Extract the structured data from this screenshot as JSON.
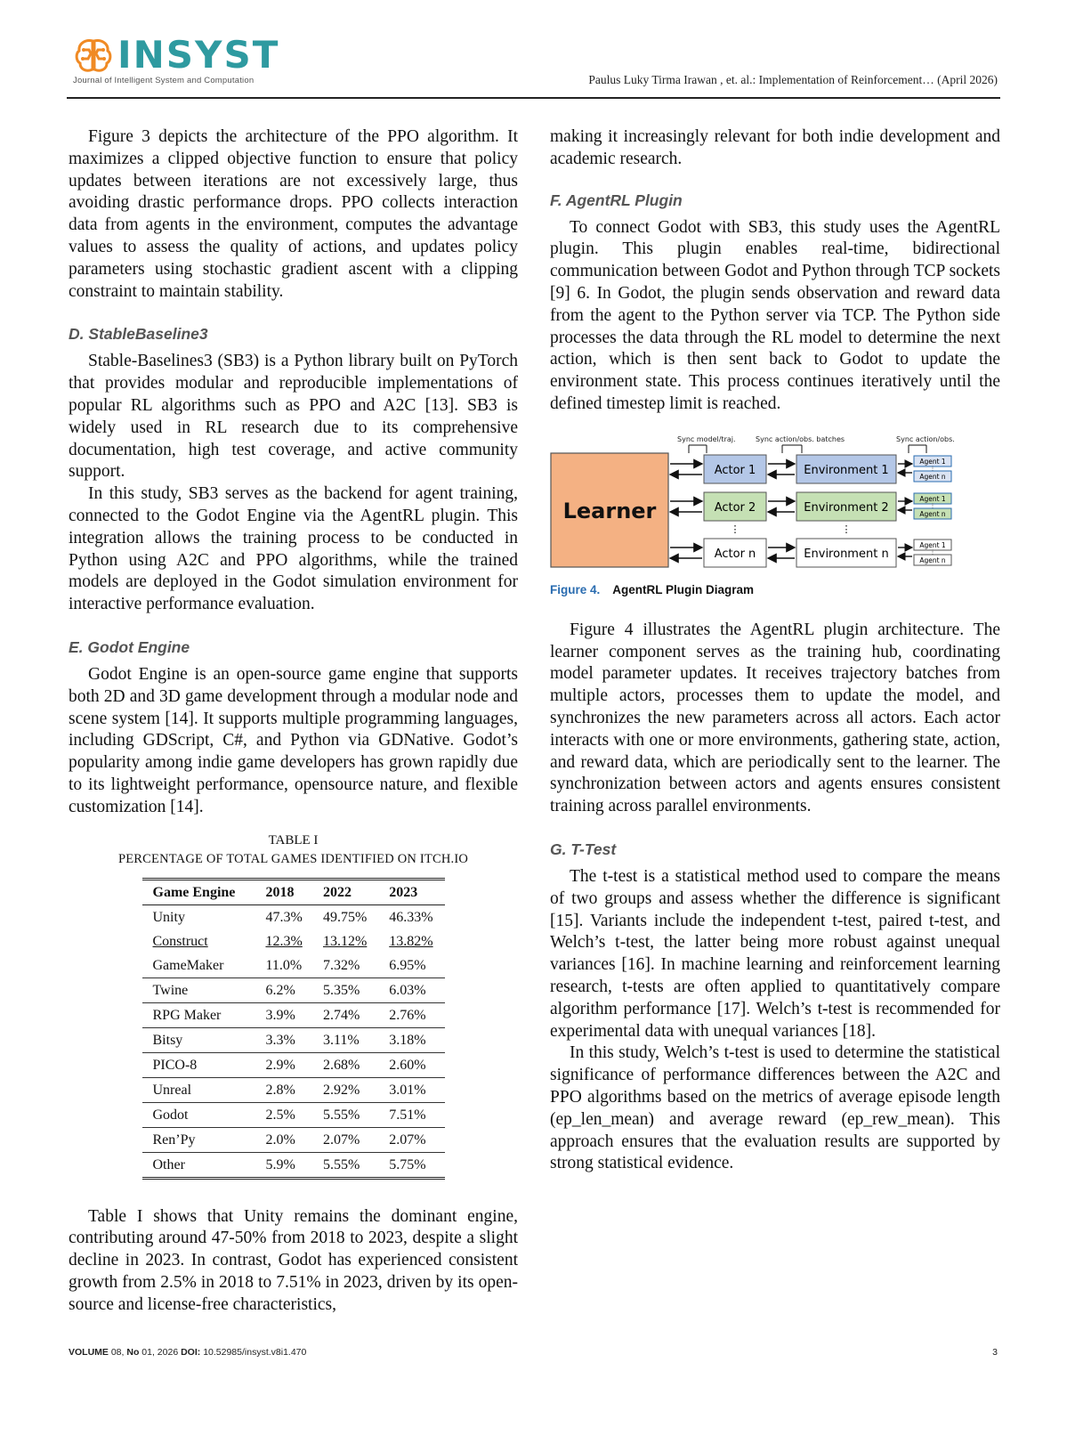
{
  "header": {
    "logo_name": "INSYST",
    "logo_tagline": "Journal of Intelligent System and Computation",
    "running_head": "Paulus Luky Tirma Irawan , et. al.: Implementation of Reinforcement… (April 2026)"
  },
  "left": {
    "p1": "Figure 3 depicts the architecture of the PPO algorithm. It maximizes a clipped objective function to ensure that policy updates between iterations are not excessively large, thus avoiding drastic performance drops. PPO collects interaction data from agents in the environment, computes the advantage values to assess the quality of actions, and updates policy parameters using stochastic gradient ascent with a clipping constraint to maintain stability.",
    "sec_d": "D. StableBaseline3",
    "p2": "Stable-Baselines3 (SB3) is a Python library built on PyTorch that provides modular and reproducible implementations of popular RL algorithms such as PPO and A2C [13]. SB3 is widely used in RL research due to its comprehensive documentation, high test coverage, and active community support.",
    "p3": "In this study, SB3 serves as the backend for agent training, connected to the Godot Engine via the AgentRL plugin. This integration allows the training process to be conducted in Python using A2C and PPO algorithms, while the trained models are deployed in the Godot simulation environment for interactive performance evaluation.",
    "sec_e": "E. Godot Engine",
    "p4": "Godot Engine is an open-source game engine that supports both 2D and 3D game development through a modular node and scene system [14]. It supports multiple programming languages, including GDScript, C#, and Python via GDNative. Godot’s popularity among indie game developers has grown rapidly due to its lightweight performance, opensource nature, and flexible customization [14].",
    "p5": "Table I shows that Unity remains the dominant engine, contributing around 47-50% from 2018 to 2023, despite a slight decline in 2023. In contrast, Godot has experienced consistent growth from 2.5% in 2018 to 7.51% in 2023, driven by its open-source and license-free characteristics,"
  },
  "table1": {
    "label": "TABLE I",
    "caption": "PERCENTAGE OF TOTAL GAMES IDENTIFIED ON ITCH.IO",
    "headers": [
      "Game Engine",
      "2018",
      "2022",
      "2023"
    ],
    "rows": [
      [
        "Unity",
        "47.3%",
        "49.75%",
        "46.33%"
      ],
      [
        "Construct",
        "12.3%",
        "13.12%",
        "13.82%"
      ],
      [
        "GameMaker",
        "11.0%",
        "7.32%",
        "6.95%"
      ],
      [
        "Twine",
        "6.2%",
        "5.35%",
        "6.03%"
      ],
      [
        "RPG Maker",
        "3.9%",
        "2.74%",
        "2.76%"
      ],
      [
        "Bitsy",
        "3.3%",
        "3.11%",
        "3.18%"
      ],
      [
        "PICO-8",
        "2.9%",
        "2.68%",
        "2.60%"
      ],
      [
        "Unreal",
        "2.8%",
        "2.92%",
        "3.01%"
      ],
      [
        "Godot",
        "2.5%",
        "5.55%",
        "7.51%"
      ],
      [
        "Ren’Py",
        "2.0%",
        "2.07%",
        "2.07%"
      ],
      [
        "Other",
        "5.9%",
        "5.55%",
        "5.75%"
      ]
    ]
  },
  "right": {
    "p1": "making it increasingly relevant for both indie development and academic research.",
    "sec_f": "F. AgentRL Plugin",
    "p2": "To connect Godot with SB3, this study uses the AgentRL plugin. This plugin enables real-time, bidirectional communication between Godot and Python through TCP sockets [9] 6. In Godot, the plugin sends observation and reward data from the agent to the Python server via TCP. The Python side processes the data through the RL model to determine the next action, which is then sent back to Godot to update the environment state. This process continues iteratively until the defined timestep limit is reached.",
    "p3": "Figure 4 illustrates the AgentRL plugin architecture. The learner component serves as the training hub, coordinating model parameter updates. It receives trajectory batches from multiple actors, processes them to update the model, and synchronizes the new parameters across all actors. Each actor interacts with one or more environments, gathering state, action, and reward data, which are periodically sent to the learner. The synchronization between actors and agents ensures consistent training across parallel environments.",
    "sec_g": "G. T-Test",
    "p4": "The t-test is a statistical method used to compare the means of two groups and assess whether the difference is significant [15]. Variants include the independent t-test, paired t-test, and Welch’s t-test, the latter being more robust against unequal variances [16]. In machine learning and reinforcement learning research, t-tests are often applied to quantitatively compare algorithm performance [17]. Welch’s t-test is recommended for experimental data with unequal variances [18].",
    "p5": "In this study, Welch’s t-test is used to determine the statistical significance of performance differences between the A2C and PPO algorithms based on the metrics of average episode length (ep_len_mean) and average reward (ep_rew_mean). This approach ensures that the evaluation results are supported by strong statistical evidence."
  },
  "figure4": {
    "sync_model": "Sync model/traj.",
    "sync_action": "Sync action/obs. batches",
    "sync_obs": "Sync action/obs.",
    "learner": "Learner",
    "actors": [
      "Actor 1",
      "Actor 2",
      "Actor n"
    ],
    "environments": [
      "Environment 1",
      "Environment 2",
      "Environment n"
    ],
    "agent_1": "Agent 1",
    "agent_n": "Agent n",
    "ellipsis": "⋮",
    "caption_num": "Figure 4.",
    "caption_text": "AgentRL Plugin Diagram",
    "colors": {
      "learner": "#f4b183",
      "actor": "#b4c7e7",
      "env": "#c5e0b4",
      "agent": "#dae3f3"
    }
  },
  "footer": {
    "volume_label": "VOLUME",
    "volume_value": "08,",
    "no_label": "No",
    "no_value": "01, 2026",
    "doi_label": "DOI:",
    "doi_value": "10.52985/insyst.v8i1.470",
    "page": "3"
  }
}
